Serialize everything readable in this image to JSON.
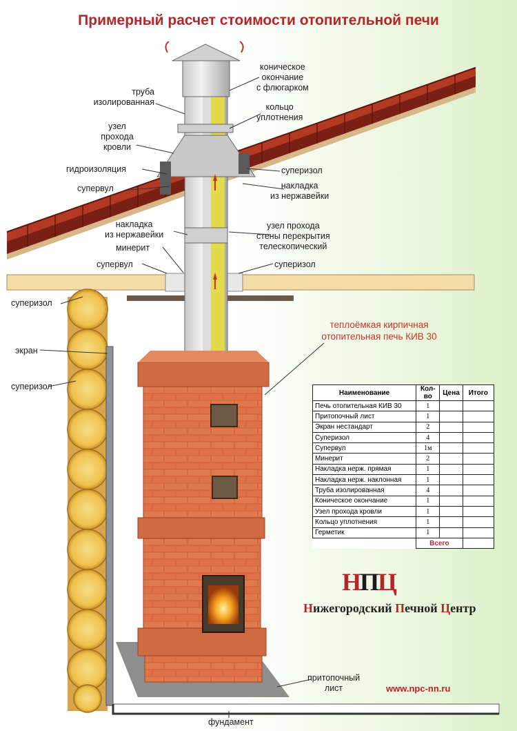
{
  "title": "Примерный расчет стоимости отопительной печи",
  "labels": {
    "konich": [
      "коническое",
      "окончание",
      "с флюгарком"
    ],
    "truba": [
      "труба",
      "изолированная"
    ],
    "koltso": [
      "кольцо",
      "уплотнения"
    ],
    "uzel_krovli": [
      "узел",
      "прохода",
      "кровли"
    ],
    "gidro": "гидроизоляция",
    "superizol_roof": "суперизол",
    "supervul_roof": "супервул",
    "nakladka_roof": [
      "накладка",
      "из нержавейки"
    ],
    "nakladka_ceiling": [
      "накладка",
      "из нержавейки"
    ],
    "uzel_steny": [
      "узел прохода",
      "стены перекрытия",
      "телескопический"
    ],
    "minerit": "минерит",
    "supervul_ceiling": "супервул",
    "superizol_ceiling": "суперизол",
    "superizol_wall1": "суперизол",
    "ekran": "экран",
    "superizol_wall2": "суперизол",
    "stove": [
      "теплоёмкая кирпичная",
      "отопительная печь КИВ 30"
    ],
    "pritop": [
      "притопочный",
      "лист"
    ],
    "fundament": "фундамент"
  },
  "table": {
    "headers": [
      "Наименование",
      "Кол-во",
      "Цена",
      "Итого"
    ],
    "rows": [
      {
        "name": "Печь отопительная КИВ 30",
        "qty": "1"
      },
      {
        "name": "Притопочный лист",
        "qty": "1"
      },
      {
        "name": "Экран нестандарт",
        "qty": "2"
      },
      {
        "name": "Суперизол",
        "qty": "4"
      },
      {
        "name": "Супервул",
        "qty": "1м"
      },
      {
        "name": "Минерит",
        "qty": "2"
      },
      {
        "name": "Накладка нерж. прямая",
        "qty": "1"
      },
      {
        "name": "Накладка нерж. наклонная",
        "qty": "1"
      },
      {
        "name": "Труба изолированная",
        "qty": "4"
      },
      {
        "name": "Коническое окончание",
        "qty": "1"
      },
      {
        "name": "Узел прохода кровли",
        "qty": "1"
      },
      {
        "name": "Кольцо уплотнения",
        "qty": "1"
      },
      {
        "name": "Герметик",
        "qty": "1"
      }
    ],
    "total_label": "Всего"
  },
  "logo": {
    "left": "Н",
    "mid": "П",
    "right": "Ц"
  },
  "company": [
    {
      "cap": "Н",
      "rest": "ижегородский "
    },
    {
      "cap": "П",
      "rest": "ечной "
    },
    {
      "cap": "Ц",
      "rest": "ентр"
    }
  ],
  "site": "www.npc-nn.ru",
  "colors": {
    "title": "#b3262a",
    "brick": "#d9683e",
    "roof": "#9c2a1c",
    "log": "#f0c75a",
    "insulation": "#e8d94a"
  }
}
